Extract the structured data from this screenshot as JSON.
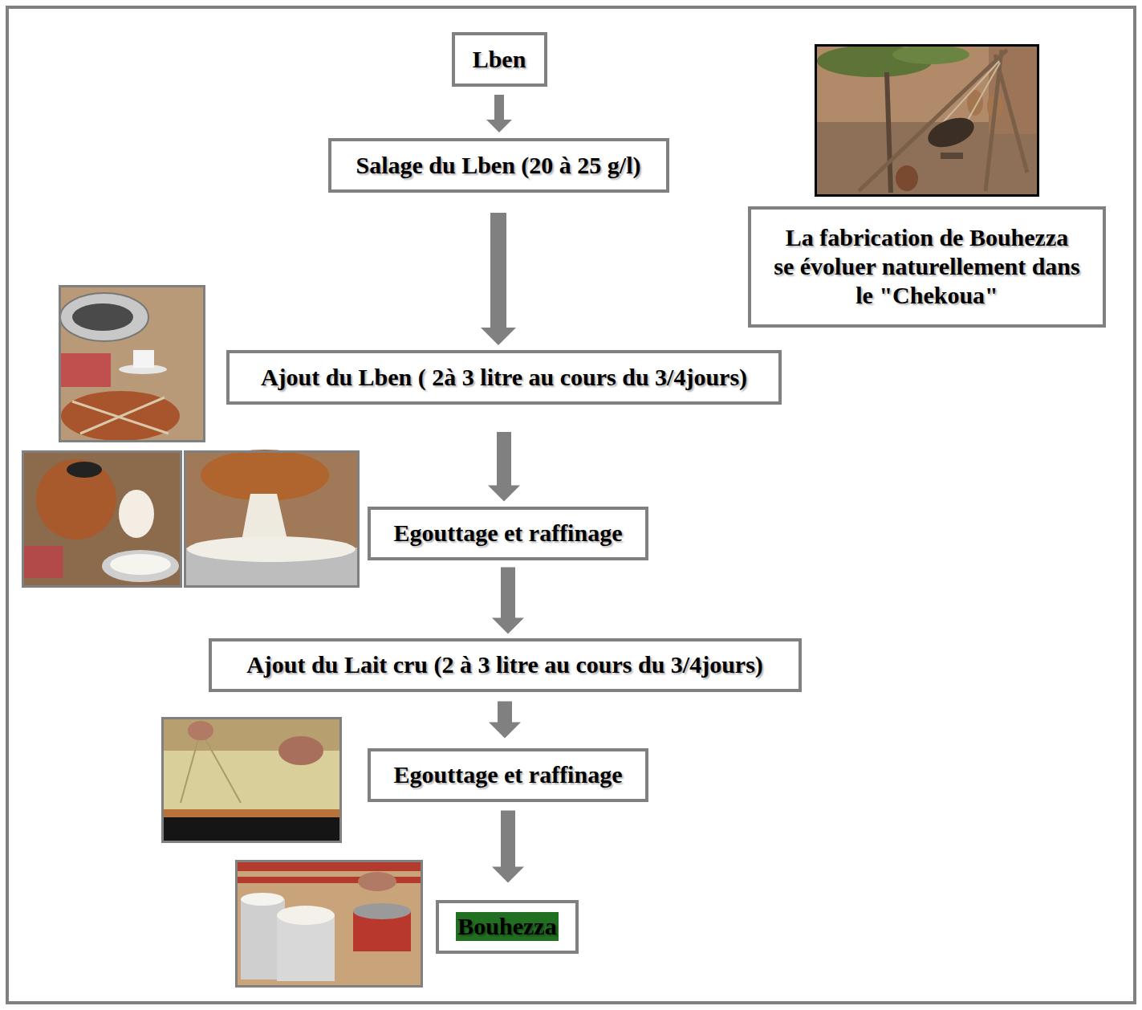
{
  "diagram": {
    "nodes": [
      {
        "text": [
          "Lben"
        ]
      },
      {
        "text": [
          "Salage du Lben (20 à 25 g/l)"
        ]
      },
      {
        "text": [
          "La fabrication de Bouhezza se évoluer naturellement dans le \"Chekoua\""
        ]
      },
      {
        "text": [
          "Ajout du Lben ( 2à 3 litre au cours du 3/4jours)"
        ]
      },
      {
        "text": [
          "Egouttage et raffinage"
        ]
      },
      {
        "text": [
          "Ajout du Lait cru (2 à 3 litre au cours du 3/4jours)"
        ]
      },
      {
        "text": [
          "Egouttage et raffinage"
        ]
      },
      {
        "text": [
          "Bouhezza"
        ]
      }
    ],
    "edges": [
      {
        "from": 0,
        "to": 1,
        "arrow": "to"
      },
      {
        "from": 1,
        "to": 3,
        "arrow": "to"
      },
      {
        "from": 3,
        "to": 4,
        "arrow": "to"
      },
      {
        "from": 4,
        "to": 5,
        "arrow": "to"
      },
      {
        "from": 5,
        "to": 6,
        "arrow": "to"
      },
      {
        "from": 6,
        "to": 7,
        "arrow": "to"
      }
    ]
  }
}
